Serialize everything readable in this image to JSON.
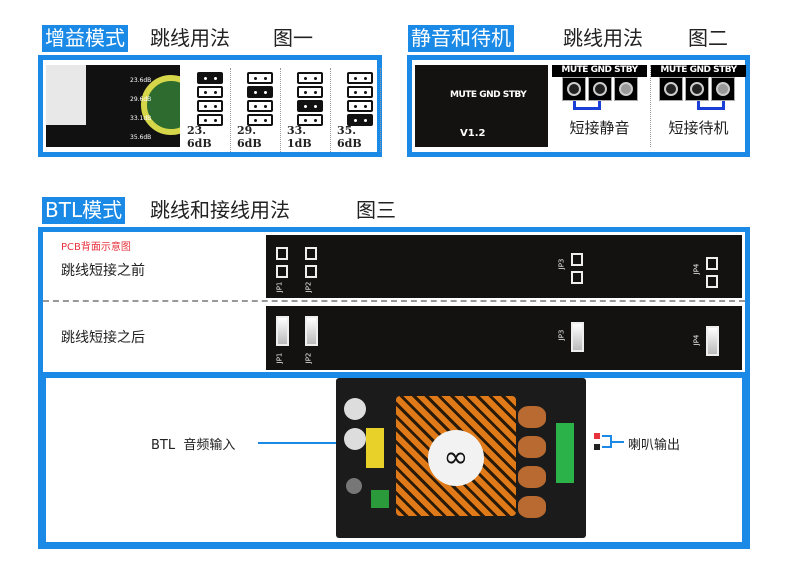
{
  "fig1": {
    "tag": "增益模式",
    "title": "跳线用法",
    "fig": "图一",
    "board_labels": [
      "23.6dB",
      "29.6dB",
      "33.1dB",
      "35.6dB"
    ],
    "options": [
      {
        "label": "23. 6dB",
        "active": 0
      },
      {
        "label": "29. 6dB",
        "active": 1
      },
      {
        "label": "33. 1dB",
        "active": 2
      },
      {
        "label": "35. 6dB",
        "active": 3
      }
    ]
  },
  "fig2": {
    "tag": "静音和待机",
    "title": "跳线用法",
    "fig": "图二",
    "pins": [
      "MUTE",
      "GND",
      "STBY"
    ],
    "board_version": "V1.2",
    "mute_caption": "短接静音",
    "standby_caption": "短接待机"
  },
  "fig3": {
    "tag": "BTL模式",
    "title": "跳线和接线用法",
    "fig": "图三",
    "pcb_note": "PCB背面示意图",
    "before": "跳线短接之前",
    "after": "跳线短接之后",
    "jumpers": [
      "JP1",
      "JP2",
      "JP3",
      "JP4"
    ],
    "input_label": "BTL  音频输入",
    "output_label": "喇叭输出"
  },
  "colors": {
    "accent": "#1a8ae6",
    "note": "#e8323c",
    "link": "#1a3fd6"
  }
}
